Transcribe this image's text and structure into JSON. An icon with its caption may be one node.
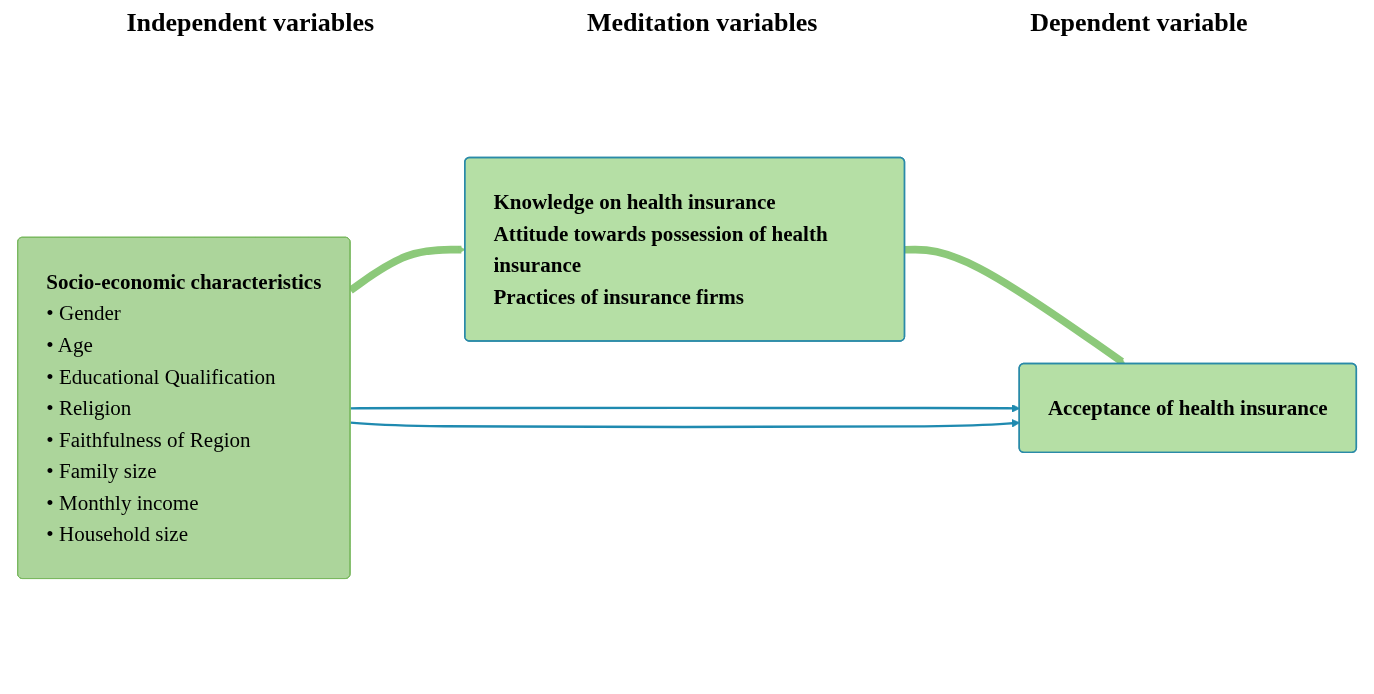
{
  "diagram": {
    "nodes": [
      {
        "text": [
          "Socio-economic characteristics",
          "• Gender",
          "• Age",
          "• Educational Qualification",
          "• Religion",
          "• Faithfulness of Region",
          "• Family size",
          "• Monthly income",
          "• Household size"
        ]
      },
      {
        "text": [
          "Knowledge on health insurance",
          "Attitude towards possession of health insurance",
          "Practices of insurance firms"
        ]
      },
      {
        "text": [
          "Acceptance of health insurance"
        ]
      }
    ],
    "edges": [
      {
        "from": 0,
        "to": 1,
        "arrow": "to",
        "style": "thick",
        "color": "#8cc97a"
      },
      {
        "from": 1,
        "to": 2,
        "arrow": "to",
        "style": "thick",
        "color": "#8cc97a"
      },
      {
        "from": 0,
        "to": 2,
        "arrow": "to",
        "color": "#1f8ab0"
      },
      {
        "from": 0,
        "to": 2,
        "arrow": "to",
        "color": "#1f8ab0"
      }
    ],
    "labels": [
      "Independent variables",
      "Meditation variables",
      "Dependent variable"
    ]
  }
}
